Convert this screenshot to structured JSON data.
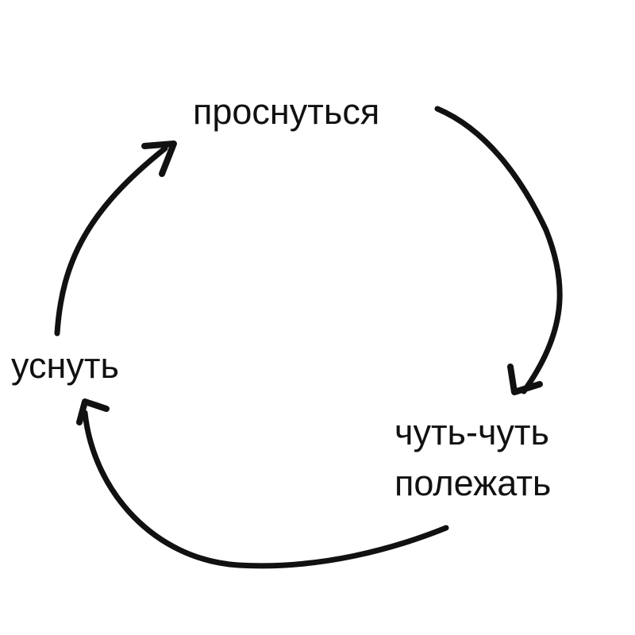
{
  "stages": {
    "wake": "проснуться",
    "lie_line1": "чуть-чуть",
    "lie_line2": "полежать",
    "sleep": "уснуть"
  },
  "colors": {
    "ink": "#111111",
    "background": "#ffffff"
  }
}
